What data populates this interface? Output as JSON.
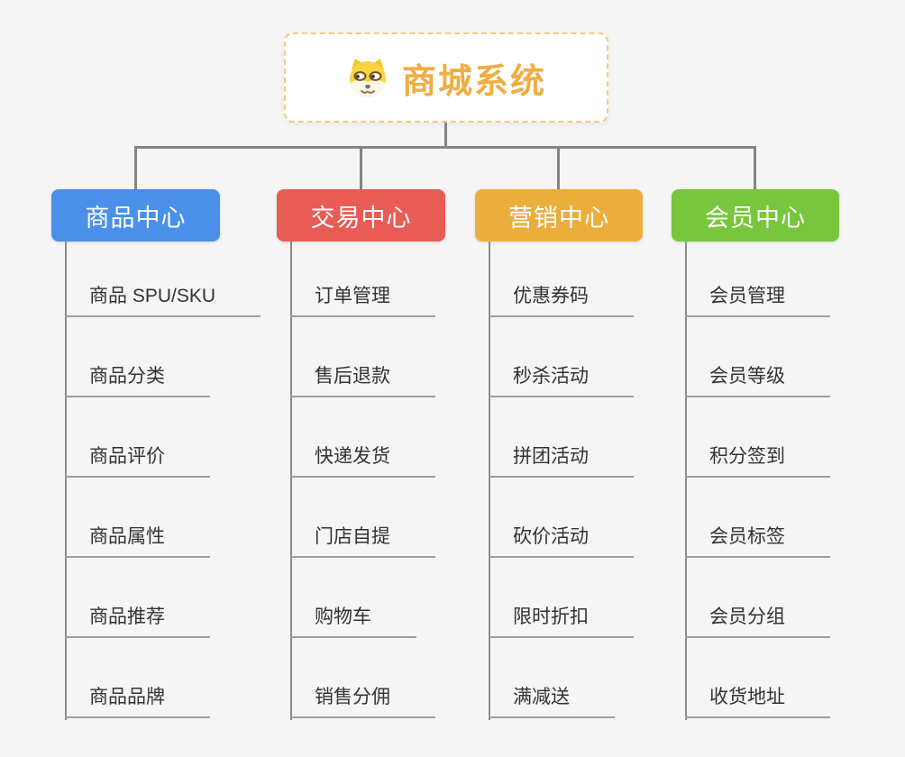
{
  "root": {
    "title": "商城系统",
    "icon": "dog-face-icon",
    "text_color": "#EFAD43",
    "border_color": "#F3C884"
  },
  "connector_color": "#848484",
  "branches": [
    {
      "label": "商品中心",
      "name": "product-center",
      "color": "#4A90E8",
      "children": [
        "商品 SPU/SKU",
        "商品分类",
        "商品评价",
        "商品属性",
        "商品推荐",
        "商品品牌"
      ]
    },
    {
      "label": "交易中心",
      "name": "trade-center",
      "color": "#E95B55",
      "children": [
        "订单管理",
        "售后退款",
        "快递发货",
        "门店自提",
        "购物车",
        "销售分佣"
      ]
    },
    {
      "label": "营销中心",
      "name": "marketing-center",
      "color": "#EBAE3D",
      "children": [
        "优惠券码",
        "秒杀活动",
        "拼团活动",
        "砍价活动",
        "限时折扣",
        "满减送"
      ]
    },
    {
      "label": "会员中心",
      "name": "member-center",
      "color": "#77C63D",
      "children": [
        "会员管理",
        "会员等级",
        "积分签到",
        "会员标签",
        "会员分组",
        "收货地址"
      ]
    }
  ]
}
